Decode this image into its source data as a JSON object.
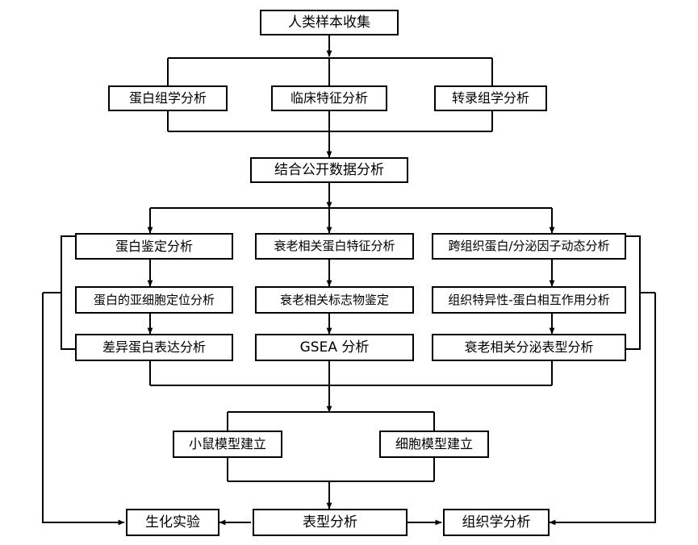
{
  "diagram": {
    "title": "Research workflow flowchart",
    "type": "flowchart",
    "background_color": "#ffffff",
    "line_color": "#000000",
    "box_border_color": "#000000",
    "box_fill_color": "#ffffff",
    "text_color": "#000000"
  },
  "nodes": {
    "sample_collection": "人类样本收集",
    "proteomics": "蛋白组学分析",
    "clinical": "临床特征分析",
    "transcriptomics": "转录组学分析",
    "public_data": "结合公开数据分析",
    "protein_id": "蛋白鉴定分析",
    "subcellular": "蛋白的亚细胞定位分析",
    "diff_expression": "差异蛋白表达分析",
    "aging_protein_feature": "衰老相关蛋白特征分析",
    "aging_marker": "衰老相关标志物鉴定",
    "gsea": "GSEA 分析",
    "cross_tissue": "跨组织蛋白/分泌因子动态分析",
    "tissue_specific": "组织特异性-蛋白相互作用分析",
    "sasp": "衰老相关分泌表型分析",
    "mouse_model": "小鼠模型建立",
    "cell_model": "细胞模型建立",
    "biochem": "生化实验",
    "phenotype": "表型分析",
    "histology": "组织学分析"
  },
  "layers": [
    {
      "name": "collection",
      "members": [
        "sample_collection"
      ]
    },
    {
      "name": "omics",
      "members": [
        "proteomics",
        "clinical",
        "transcriptomics"
      ]
    },
    {
      "name": "integration",
      "members": [
        "public_data"
      ]
    },
    {
      "name": "analysis-row-1",
      "members": [
        "protein_id",
        "aging_protein_feature",
        "cross_tissue"
      ]
    },
    {
      "name": "analysis-row-2",
      "members": [
        "subcellular",
        "aging_marker",
        "tissue_specific"
      ]
    },
    {
      "name": "analysis-row-3",
      "members": [
        "diff_expression",
        "gsea",
        "sasp"
      ]
    },
    {
      "name": "models",
      "members": [
        "mouse_model",
        "cell_model"
      ]
    },
    {
      "name": "validation",
      "members": [
        "biochem",
        "phenotype",
        "histology"
      ]
    }
  ],
  "edges": [
    {
      "from": "sample_collection",
      "to": "proteomics"
    },
    {
      "from": "sample_collection",
      "to": "clinical"
    },
    {
      "from": "sample_collection",
      "to": "transcriptomics"
    },
    {
      "from": "proteomics",
      "to": "public_data"
    },
    {
      "from": "clinical",
      "to": "public_data"
    },
    {
      "from": "transcriptomics",
      "to": "public_data"
    },
    {
      "from": "public_data",
      "to": "protein_id"
    },
    {
      "from": "public_data",
      "to": "aging_protein_feature"
    },
    {
      "from": "public_data",
      "to": "cross_tissue"
    },
    {
      "from": "protein_id",
      "to": "subcellular"
    },
    {
      "from": "subcellular",
      "to": "diff_expression"
    },
    {
      "from": "aging_protein_feature",
      "to": "aging_marker"
    },
    {
      "from": "aging_marker",
      "to": "gsea"
    },
    {
      "from": "cross_tissue",
      "to": "tissue_specific"
    },
    {
      "from": "tissue_specific",
      "to": "sasp"
    },
    {
      "from": "diff_expression",
      "to": "models"
    },
    {
      "from": "gsea",
      "to": "models"
    },
    {
      "from": "sasp",
      "to": "models"
    },
    {
      "from": "mouse_model",
      "to": "phenotype"
    },
    {
      "from": "cell_model",
      "to": "phenotype"
    },
    {
      "from": "phenotype",
      "to": "biochem"
    },
    {
      "from": "phenotype",
      "to": "histology"
    },
    {
      "from": "protein_id",
      "to": "biochem",
      "route": "left-bus"
    },
    {
      "from": "diff_expression",
      "to": "biochem",
      "route": "left-bus"
    },
    {
      "from": "cross_tissue",
      "to": "histology",
      "route": "right-bus"
    },
    {
      "from": "sasp",
      "to": "histology",
      "route": "right-bus"
    }
  ]
}
